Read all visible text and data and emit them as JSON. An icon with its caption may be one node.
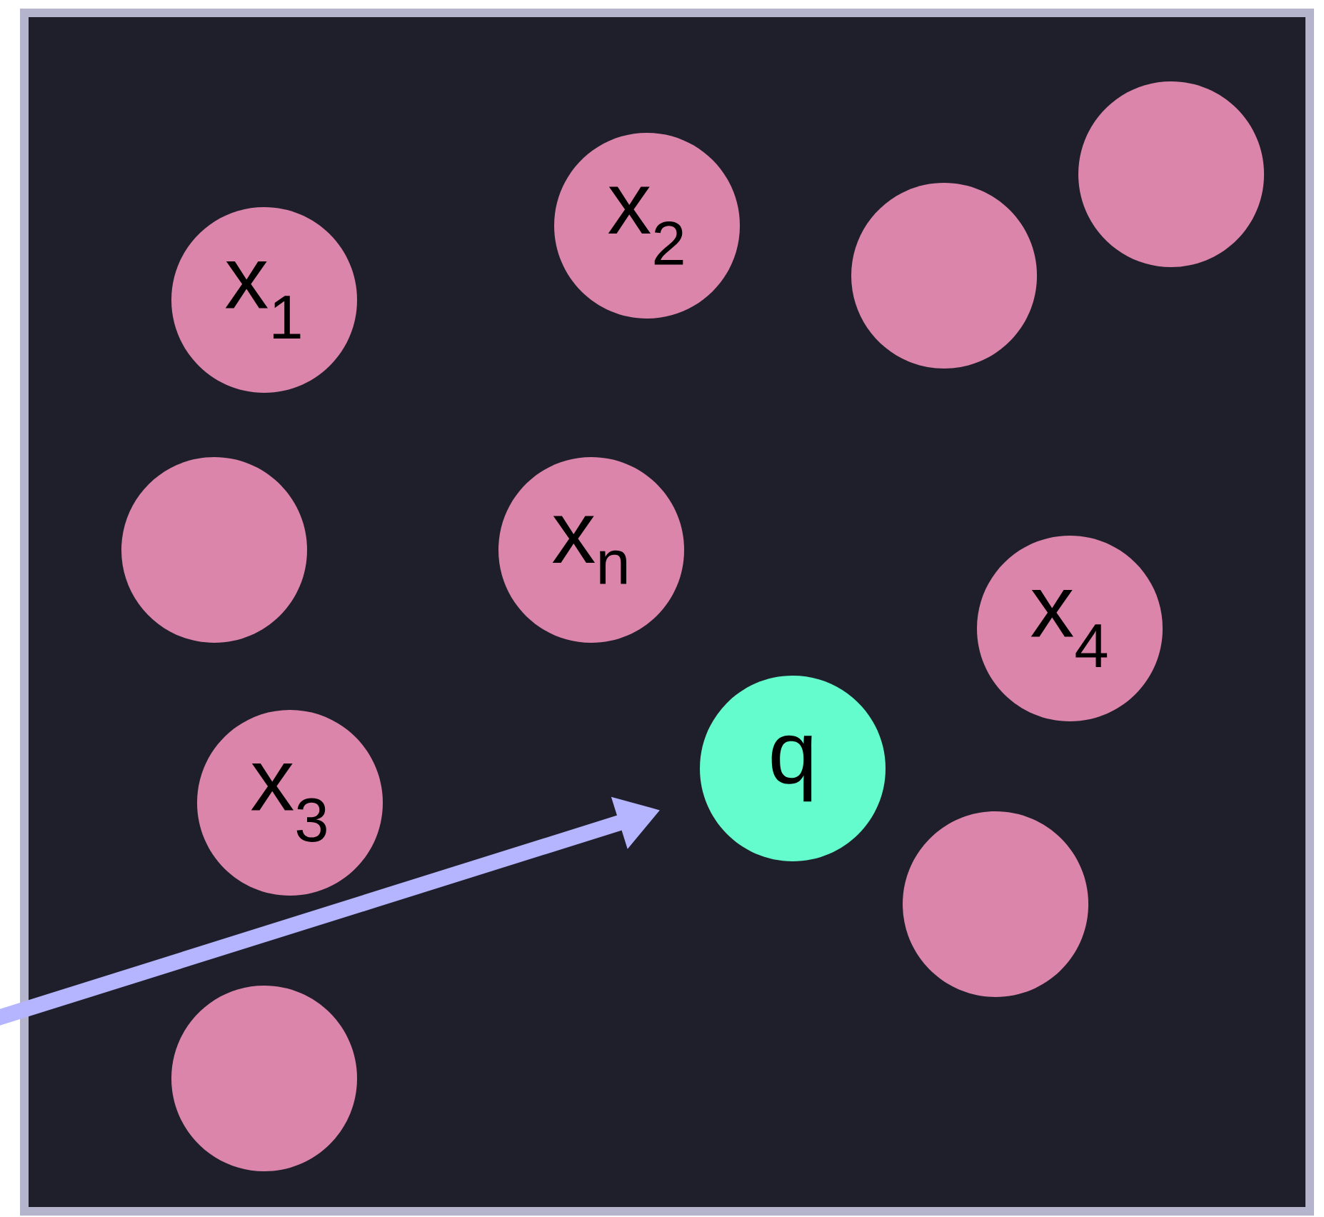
{
  "diagram": {
    "nodes": [
      {
        "text": [
          "x$_{1}$"
        ]
      },
      {
        "text": [
          "x$_{2}$"
        ]
      },
      {
        "text": [],
        "shape": "circle"
      },
      {
        "text": [],
        "shape": "circle"
      },
      {
        "text": [],
        "shape": "circle"
      },
      {
        "text": [
          "x$_{n}$"
        ]
      },
      {
        "text": [
          "x$_{4}$"
        ]
      },
      {
        "text": [
          "q"
        ]
      },
      {
        "text": [
          "x$_{3}$"
        ]
      },
      {
        "text": [],
        "shape": "circle"
      },
      {
        "text": [],
        "shape": "circle"
      }
    ],
    "edges": [
      {
        "from": null,
        "to": 7,
        "arrow": "to"
      }
    ]
  }
}
